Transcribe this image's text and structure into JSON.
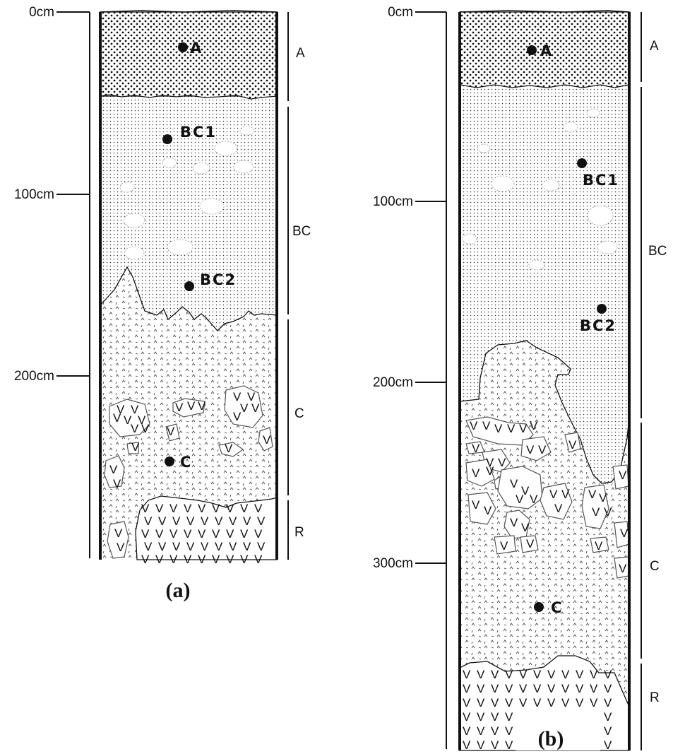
{
  "profiles": [
    {
      "id": "a",
      "caption": "(a)",
      "depth_labels": [
        "0cm",
        "100cm",
        "200cm"
      ],
      "horizons": [
        "A",
        "BC",
        "C",
        "R"
      ],
      "samples": [
        "A",
        "BC1",
        "BC2",
        "C"
      ]
    },
    {
      "id": "b",
      "caption": "(b)",
      "depth_labels": [
        "0cm",
        "100cm",
        "200cm",
        "300cm"
      ],
      "horizons": [
        "A",
        "BC",
        "C",
        "R"
      ],
      "samples": [
        "A",
        "BC1",
        "BC2",
        "C"
      ]
    }
  ],
  "colors": {
    "ink": "#111111",
    "paper": "#ffffff",
    "outline": "#555555"
  },
  "v_glyph": "V"
}
